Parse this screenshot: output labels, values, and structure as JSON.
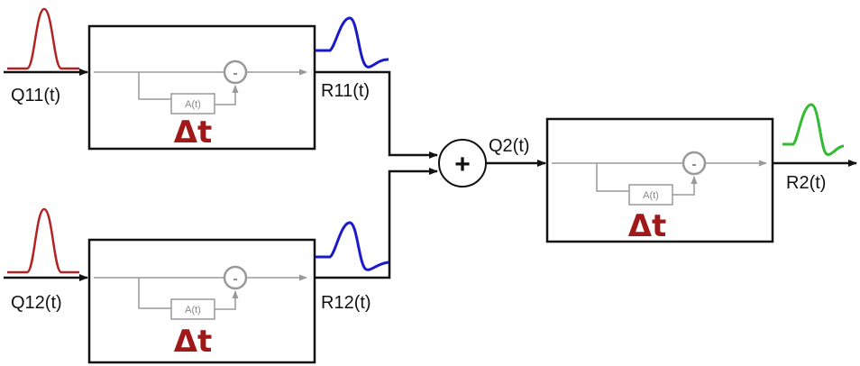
{
  "colors": {
    "input_pulse": "#b22222",
    "response_upper": "#1a1acc",
    "response_lower": "#1a1acc",
    "response_output": "#33bb33",
    "delta": "#a01818",
    "inner_gray": "#999999",
    "line": "#111111"
  },
  "blocks": [
    {
      "id": "upper",
      "input_label": "Q11(t)",
      "output_label": "R11(t)",
      "inner_label": "A(t)",
      "minus": "-",
      "delta": "Δt"
    },
    {
      "id": "lower",
      "input_label": "Q12(t)",
      "output_label": "R12(t)",
      "inner_label": "A(t)",
      "minus": "-",
      "delta": "Δt"
    },
    {
      "id": "output",
      "input_label": "Q2(t)",
      "output_label": "R2(t)",
      "inner_label": "A(t)",
      "minus": "-",
      "delta": "Δt"
    }
  ],
  "summer": {
    "symbol": "+"
  }
}
